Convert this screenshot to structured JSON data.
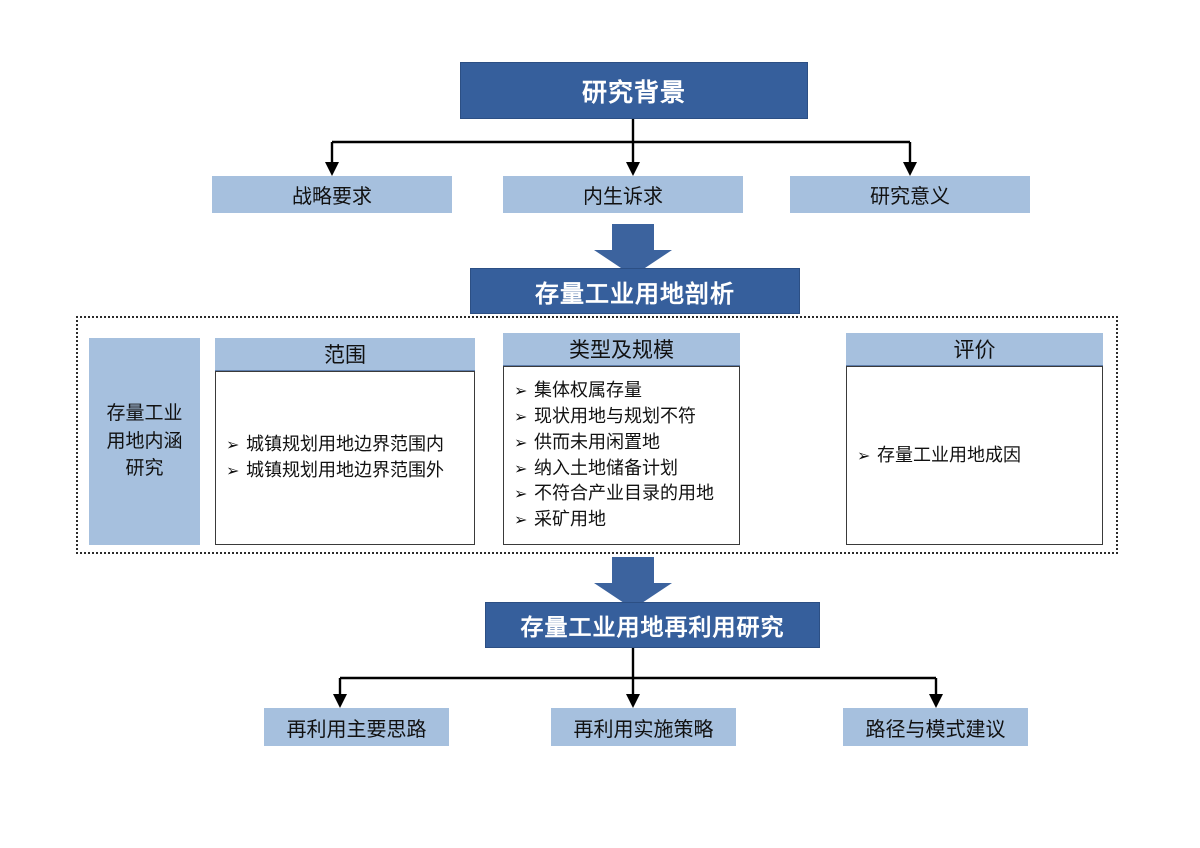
{
  "diagram": {
    "title_top": "研究背景",
    "level1": [
      {
        "label": "战略要求"
      },
      {
        "label": "内生诉求"
      },
      {
        "label": "研究意义"
      }
    ],
    "banner_mid": "存量工业用地剖析",
    "side_label_lines": [
      "存量工业",
      "用地内涵",
      "研究"
    ],
    "panels": [
      {
        "title": "范围",
        "items": [
          "城镇规划用地边界范围内",
          "城镇规划用地边界范围外"
        ]
      },
      {
        "title": "类型及规模",
        "items": [
          "集体权属存量",
          "现状用地与规划不符",
          "供而未用闲置地",
          "纳入土地储备计划",
          "不符合产业目录的用地",
          "采矿用地"
        ]
      },
      {
        "title": "评价",
        "items": [
          "存量工业用地成因"
        ]
      }
    ],
    "banner_bottom": "存量工业用地再利用研究",
    "level3": [
      {
        "label": "再利用主要思路"
      },
      {
        "label": "再利用实施策略"
      },
      {
        "label": "路径与模式建议"
      }
    ],
    "bullet_glyph": "➢",
    "colors": {
      "dark_blue": "#365F9C",
      "light_blue": "#A6C0DE",
      "arrow_blue": "#3C639E",
      "line": "#000000",
      "panel_border": "#3a3a3a"
    }
  }
}
